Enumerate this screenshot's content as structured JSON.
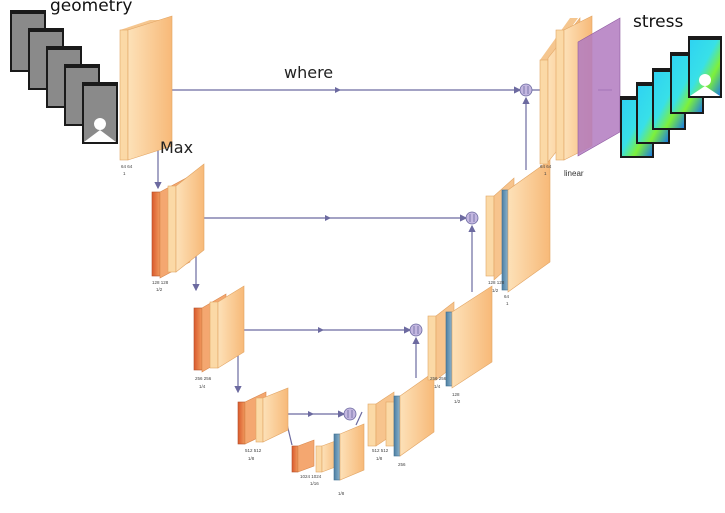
{
  "labels": {
    "geometry": "geometry",
    "stress": "stress",
    "where": "where",
    "max": "Max",
    "linear": "linear"
  },
  "block_captions": {
    "enc1_dims": "64 64",
    "enc1_scale": "1",
    "enc2_dims": "128 128",
    "enc2_scale": "1/2",
    "enc3_dims": "256 256",
    "enc3_scale": "1/4",
    "enc4_dims": "512 512",
    "enc4_scale": "1/8",
    "bott_dims": "1024 1024",
    "bott_scale": "1/16",
    "bott_up_scale": "1/8",
    "dec4_dims": "512 512",
    "dec4_up": "256",
    "dec4_scale": "1/8",
    "dec3_dims": "256 256",
    "dec3_up": "128",
    "dec3_scale": "1/4",
    "dec3_scale2": "1/2",
    "dec2_dims": "128 128",
    "dec2_up": "64",
    "dec2_scale": "1/2",
    "dec2_scale2": "1",
    "dec1_dims": "64 64",
    "dec1_scale": "1"
  },
  "colors": {
    "conv_light": "#fbd9a6",
    "conv_mid": "#f7be80",
    "pool": "#e06a3a",
    "upconv": "#5a8fb0",
    "output": "#b27ac0",
    "connector": "#6c6aa0",
    "sum_node": "#c3b7e0"
  }
}
